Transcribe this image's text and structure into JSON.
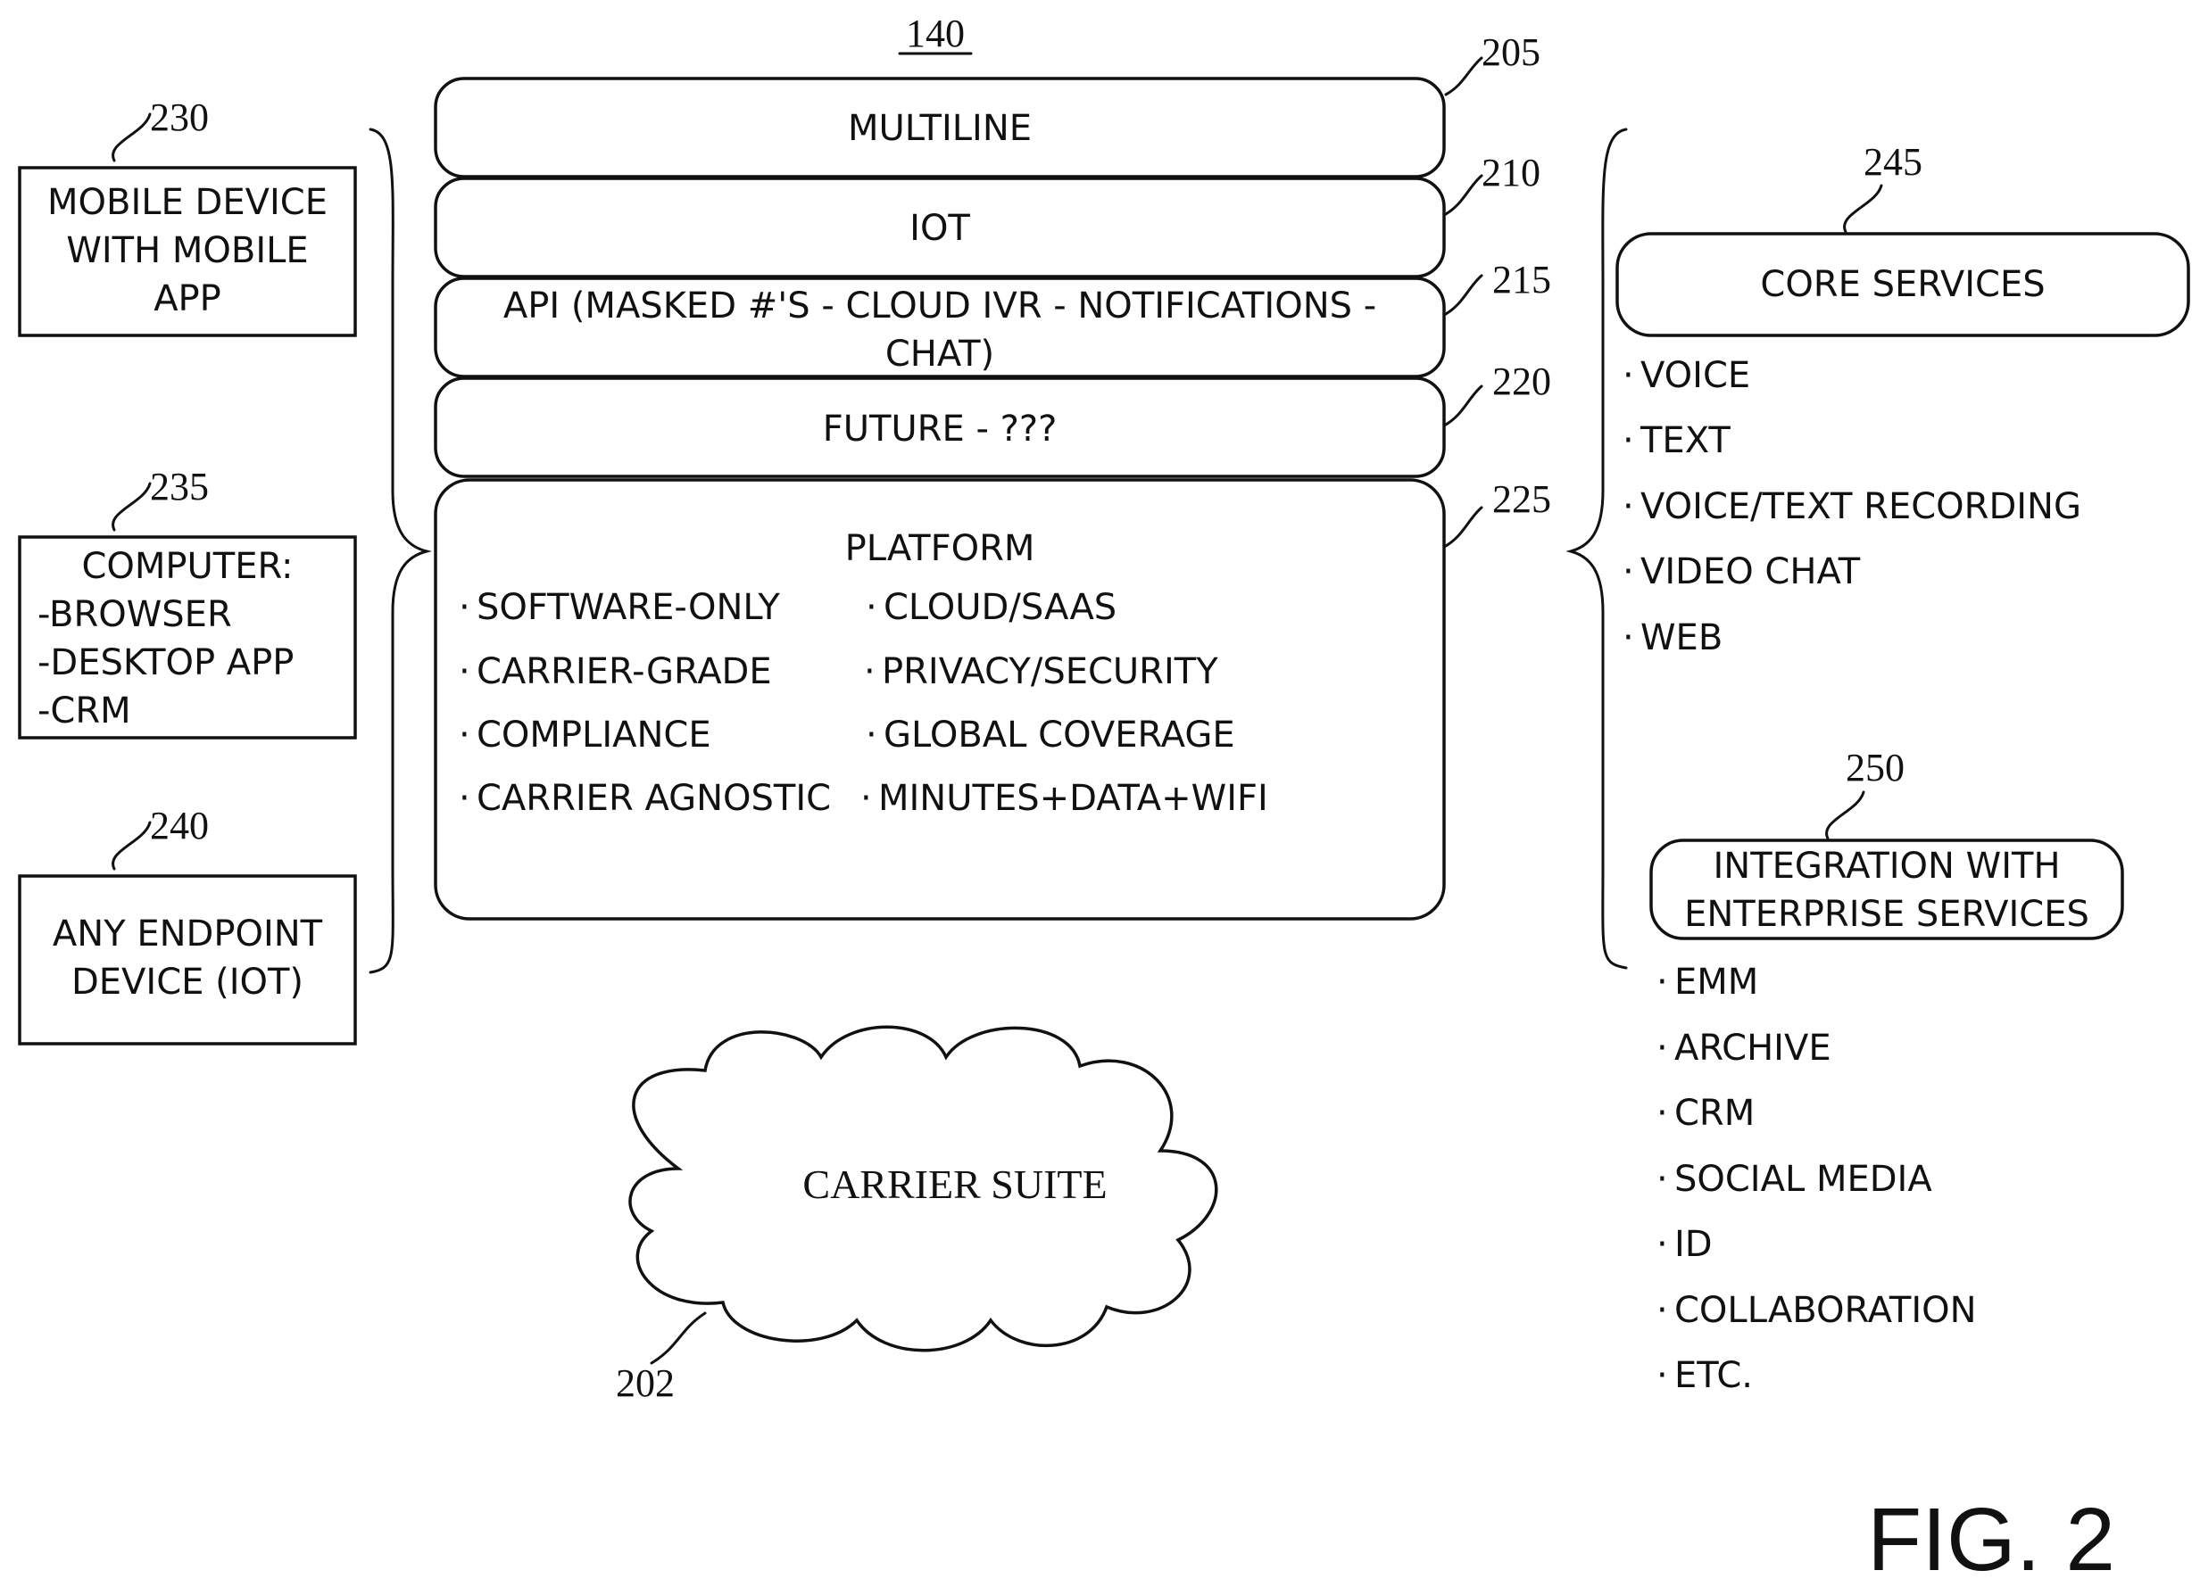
{
  "figure": {
    "ref": "140",
    "label": "FIG. 2"
  },
  "left_devices": [
    {
      "ref": "230",
      "lines": [
        "MOBILE DEVICE",
        "WITH MOBILE",
        "APP"
      ]
    },
    {
      "ref": "235",
      "lines": [
        "COMPUTER:",
        "-BROWSER",
        "-DESKTOP APP",
        "-CRM"
      ]
    },
    {
      "ref": "240",
      "lines": [
        "ANY ENDPOINT",
        "DEVICE (IOT)"
      ]
    }
  ],
  "stack": [
    {
      "ref": "205",
      "lines": [
        "MULTILINE"
      ]
    },
    {
      "ref": "210",
      "lines": [
        "IOT"
      ]
    },
    {
      "ref": "215",
      "lines": [
        "API (MASKED #'S - CLOUD IVR - NOTIFICATIONS -",
        "CHAT)"
      ]
    },
    {
      "ref": "220",
      "lines": [
        "FUTURE - ???"
      ]
    }
  ],
  "platform": {
    "ref": "225",
    "title": "PLATFORM",
    "bullet": "·",
    "left_items": [
      "SOFTWARE-ONLY",
      "CARRIER-GRADE",
      "COMPLIANCE",
      "CARRIER AGNOSTIC"
    ],
    "right_items": [
      "CLOUD/SAAS",
      "PRIVACY/SECURITY",
      "GLOBAL COVERAGE",
      "MINUTES+DATA+WIFI"
    ]
  },
  "core_services": {
    "ref": "245",
    "title": "CORE SERVICES",
    "items": [
      "VOICE",
      "TEXT",
      "VOICE/TEXT RECORDING",
      "VIDEO CHAT",
      "WEB"
    ]
  },
  "integration": {
    "ref": "250",
    "lines": [
      "INTEGRATION WITH",
      "ENTERPRISE SERVICES"
    ],
    "items": [
      "EMM",
      "ARCHIVE",
      "CRM",
      "SOCIAL MEDIA",
      "ID",
      "COLLABORATION",
      "ETC."
    ]
  },
  "carrier_suite": {
    "ref": "202",
    "label": "CARRIER SUITE"
  }
}
